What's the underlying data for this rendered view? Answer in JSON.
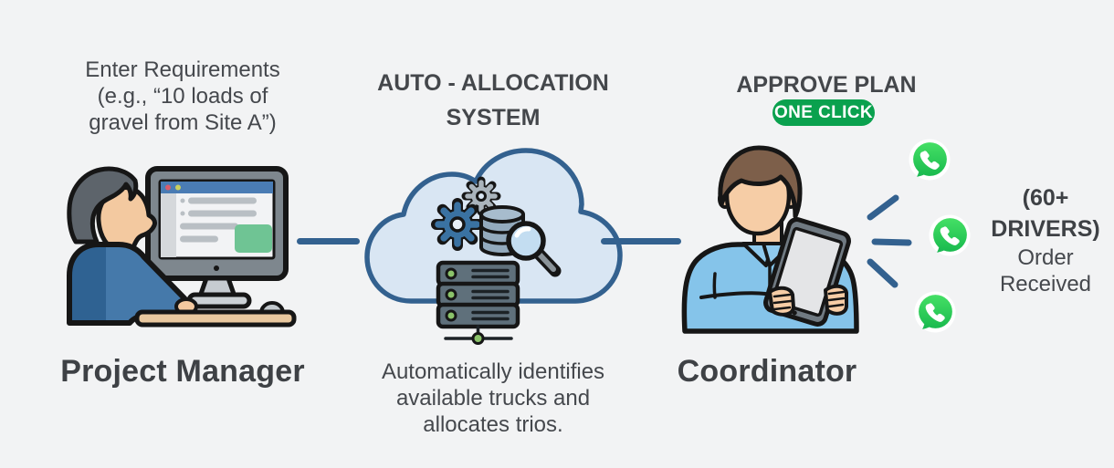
{
  "canvas": {
    "background": "#f2f3f4"
  },
  "colors": {
    "text_primary": "#45484d",
    "heading_text": "#3e4145",
    "connector_blue": "#33618f",
    "badge_green": "#0aa14e",
    "whatsapp_green": "#25d366",
    "cloud_fill": "#d9e6f3"
  },
  "project_manager": {
    "caption": "Enter Requirements\n(e.g., “10 loads of\ngravel from Site A”)",
    "label": "Project Manager",
    "illustration": "person-at-computer-icon"
  },
  "allocation_system": {
    "title": "AUTO - ALLOCATION\nSYSTEM",
    "caption": "Automatically identifies\navailable trucks and\nallocates trios.",
    "illustration": "cloud-server-icon"
  },
  "coordinator": {
    "title": "APPROVE PLAN",
    "badge": "ONE CLICK",
    "label": "Coordinator",
    "illustration": "person-with-tablet-icon"
  },
  "drivers": {
    "heading": "(60+\nDRIVERS)",
    "subheading": "Order\nReceived",
    "icon": "whatsapp-icon",
    "icon_count": 3
  }
}
